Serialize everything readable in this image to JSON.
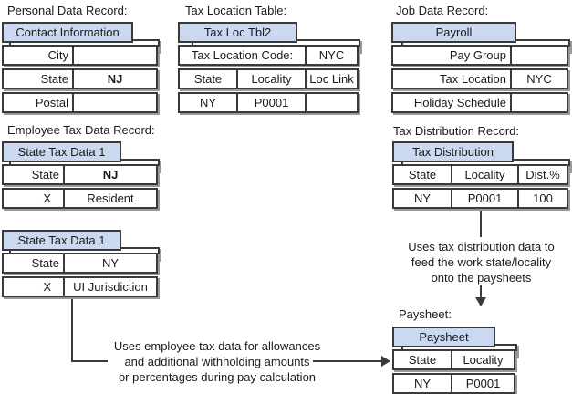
{
  "colors": {
    "tab_fill": "#cbd9f0",
    "border": "#3a3a3a",
    "shadow": "#999999",
    "text": "#1a1a1a",
    "bg": "#ffffff"
  },
  "sections": {
    "personal_data_label": "Personal Data Record:",
    "tax_location_label": "Tax Location Table:",
    "job_data_label": "Job Data Record:",
    "employee_tax_label": "Employee Tax Data Record:",
    "tax_distribution_label": "Tax Distribution Record:",
    "paysheet_label": "Paysheet:"
  },
  "tables": {
    "contact_information": {
      "header": "Contact Information",
      "rows": [
        {
          "label": "City",
          "value": ""
        },
        {
          "label": "State",
          "value": "NJ"
        },
        {
          "label": "Postal",
          "value": ""
        }
      ]
    },
    "tax_loc_tbl2": {
      "header": "Tax Loc Tbl2",
      "code_label": "Tax Location Code:",
      "code_value": "NYC",
      "columns": [
        "State",
        "Locality",
        "Loc Link"
      ],
      "data_row": [
        "NY",
        "P0001",
        ""
      ]
    },
    "payroll": {
      "header": "Payroll",
      "rows": [
        {
          "label": "Pay Group",
          "value": ""
        },
        {
          "label": "Tax Location",
          "value": "NYC"
        },
        {
          "label": "Holiday Schedule",
          "value": ""
        }
      ]
    },
    "state_tax_data_nj": {
      "header": "State Tax Data 1",
      "rows": [
        {
          "label": "State",
          "value": "NJ"
        },
        {
          "label": "X",
          "value": "Resident"
        }
      ]
    },
    "state_tax_data_ny": {
      "header": "State Tax Data 1",
      "rows": [
        {
          "label": "State",
          "value": "NY"
        },
        {
          "label": "X",
          "value": "UI Jurisdiction"
        }
      ]
    },
    "tax_distribution": {
      "header": "Tax Distribution",
      "columns": [
        "State",
        "Locality",
        "Dist.%"
      ],
      "data_row": [
        "NY",
        "P0001",
        "100"
      ]
    },
    "paysheet": {
      "header": "Paysheet",
      "columns": [
        "State",
        "Locality"
      ],
      "data_row": [
        "NY",
        "P0001"
      ]
    }
  },
  "annotations": {
    "tax_distribution_note": {
      "line1": "Uses tax distribution data to",
      "line2": "feed the work state/locality",
      "line3": "onto the paysheets"
    },
    "employee_tax_note": {
      "line1": "Uses employee tax data for allowances",
      "line2": "and additional withholding amounts",
      "line3": "or percentages during pay calculation"
    }
  }
}
